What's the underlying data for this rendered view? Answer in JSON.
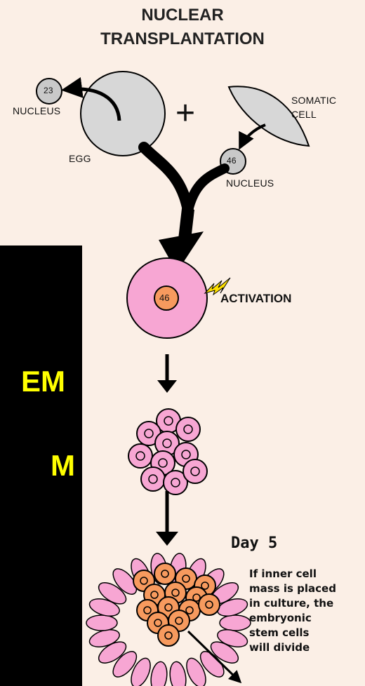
{
  "title": {
    "line1": "NUCLEAR",
    "line2": "TRANSPLANTATION"
  },
  "egg": {
    "label": "EGG",
    "nucleus_label": "NUCLEUS",
    "chromosomes": "23"
  },
  "plus": "+",
  "somatic": {
    "label_line1": "SOMATIC",
    "label_line2": "CELL",
    "nucleus_label": "NUCLEUS",
    "chromosomes": "46"
  },
  "activated_cell": {
    "chromosomes": "46",
    "label": "ACTIVATION"
  },
  "blastocyst": {
    "day": "Day 5",
    "note_lines": [
      "If inner cell",
      "mass is placed",
      "in culture, the",
      "embryonic",
      "stem cells",
      "will divide"
    ]
  },
  "side_panel": {
    "line1": "EM",
    "line2": "M"
  },
  "colors": {
    "background": "#fbefe6",
    "cell_gray": "#d7d7d7",
    "pink": "#f7a6d3",
    "orange": "#f79a5e",
    "panel": "#000000",
    "panel_text": "#ffff00"
  }
}
